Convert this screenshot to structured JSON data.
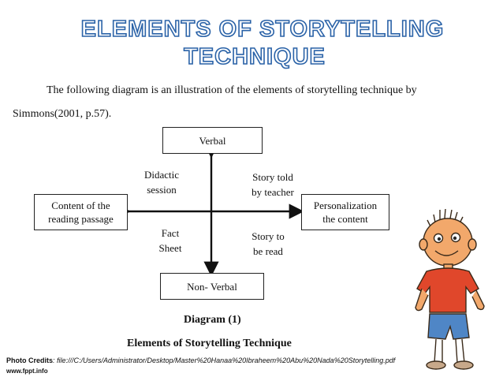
{
  "title": {
    "line1": "ELEMENTS OF STORYTELLING",
    "line2": "TECHNIQUE"
  },
  "intro": {
    "line1": "The following diagram is an illustration of the elements of storytelling technique by",
    "line2": "Simmons(2001, p.57)."
  },
  "diagram": {
    "top_box": "Verbal",
    "bottom_box": "Non- Verbal",
    "left_box": [
      "Content of the",
      "reading passage"
    ],
    "right_box": [
      "Personalization",
      "the content"
    ],
    "quadrants": {
      "top_left": [
        "Didactic",
        "session"
      ],
      "top_right": [
        "Story told",
        "by teacher"
      ],
      "bottom_left": [
        "Fact",
        "Sheet"
      ],
      "bottom_right": [
        "Story to",
        "be read"
      ]
    },
    "caption": "Diagram (1)",
    "subcaption": "Elements of Storytelling Technique"
  },
  "footer": {
    "credits_label": "Photo Credits",
    "credits_path": ": file:///C:/Users/Administrator/Desktop/Master%20Hanaa%20Ibraheem%20Abu%20Nada%20Storytelling.pdf",
    "site": "www.fppt.info"
  },
  "colors": {
    "title_outline": "#2b63a8",
    "boy_shirt": "#e0472b",
    "boy_shorts": "#4f86c6",
    "boy_face": "#f2a86b"
  }
}
